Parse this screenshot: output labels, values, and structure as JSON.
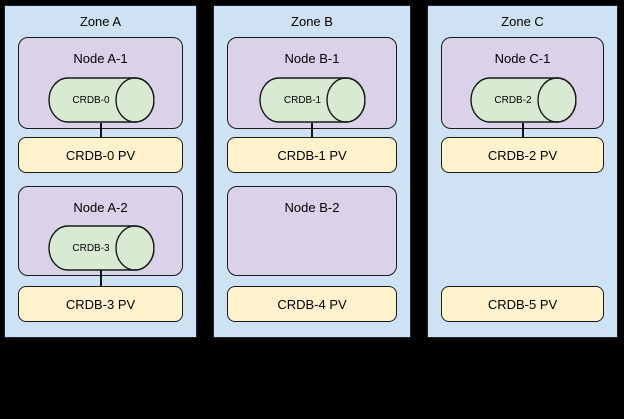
{
  "colors": {
    "background": "#000000",
    "zone_fill": "#cfe2f3",
    "zone_border": "#16222c",
    "node_fill": "#d9d2e9",
    "pod_fill": "#d9ead3",
    "pv_fill": "#fff2cc",
    "shape_border": "#1a1a1a"
  },
  "zones": [
    {
      "label": "Zone A",
      "rows": [
        {
          "node_label": "Node A-1",
          "pod_label": "CRDB-0",
          "pv_label": "CRDB-0 PV"
        },
        {
          "node_label": "Node A-2",
          "pod_label": "CRDB-3",
          "pv_label": "CRDB-3 PV"
        }
      ]
    },
    {
      "label": "Zone B",
      "rows": [
        {
          "node_label": "Node B-1",
          "pod_label": "CRDB-1",
          "pv_label": "CRDB-1 PV"
        },
        {
          "node_label": "Node B-2",
          "pv_label": "CRDB-4 PV"
        }
      ]
    },
    {
      "label": "Zone C",
      "rows": [
        {
          "node_label": "Node C-1",
          "pod_label": "CRDB-2",
          "pv_label": "CRDB-2 PV"
        },
        {
          "pv_label": "CRDB-5 PV"
        }
      ]
    }
  ]
}
